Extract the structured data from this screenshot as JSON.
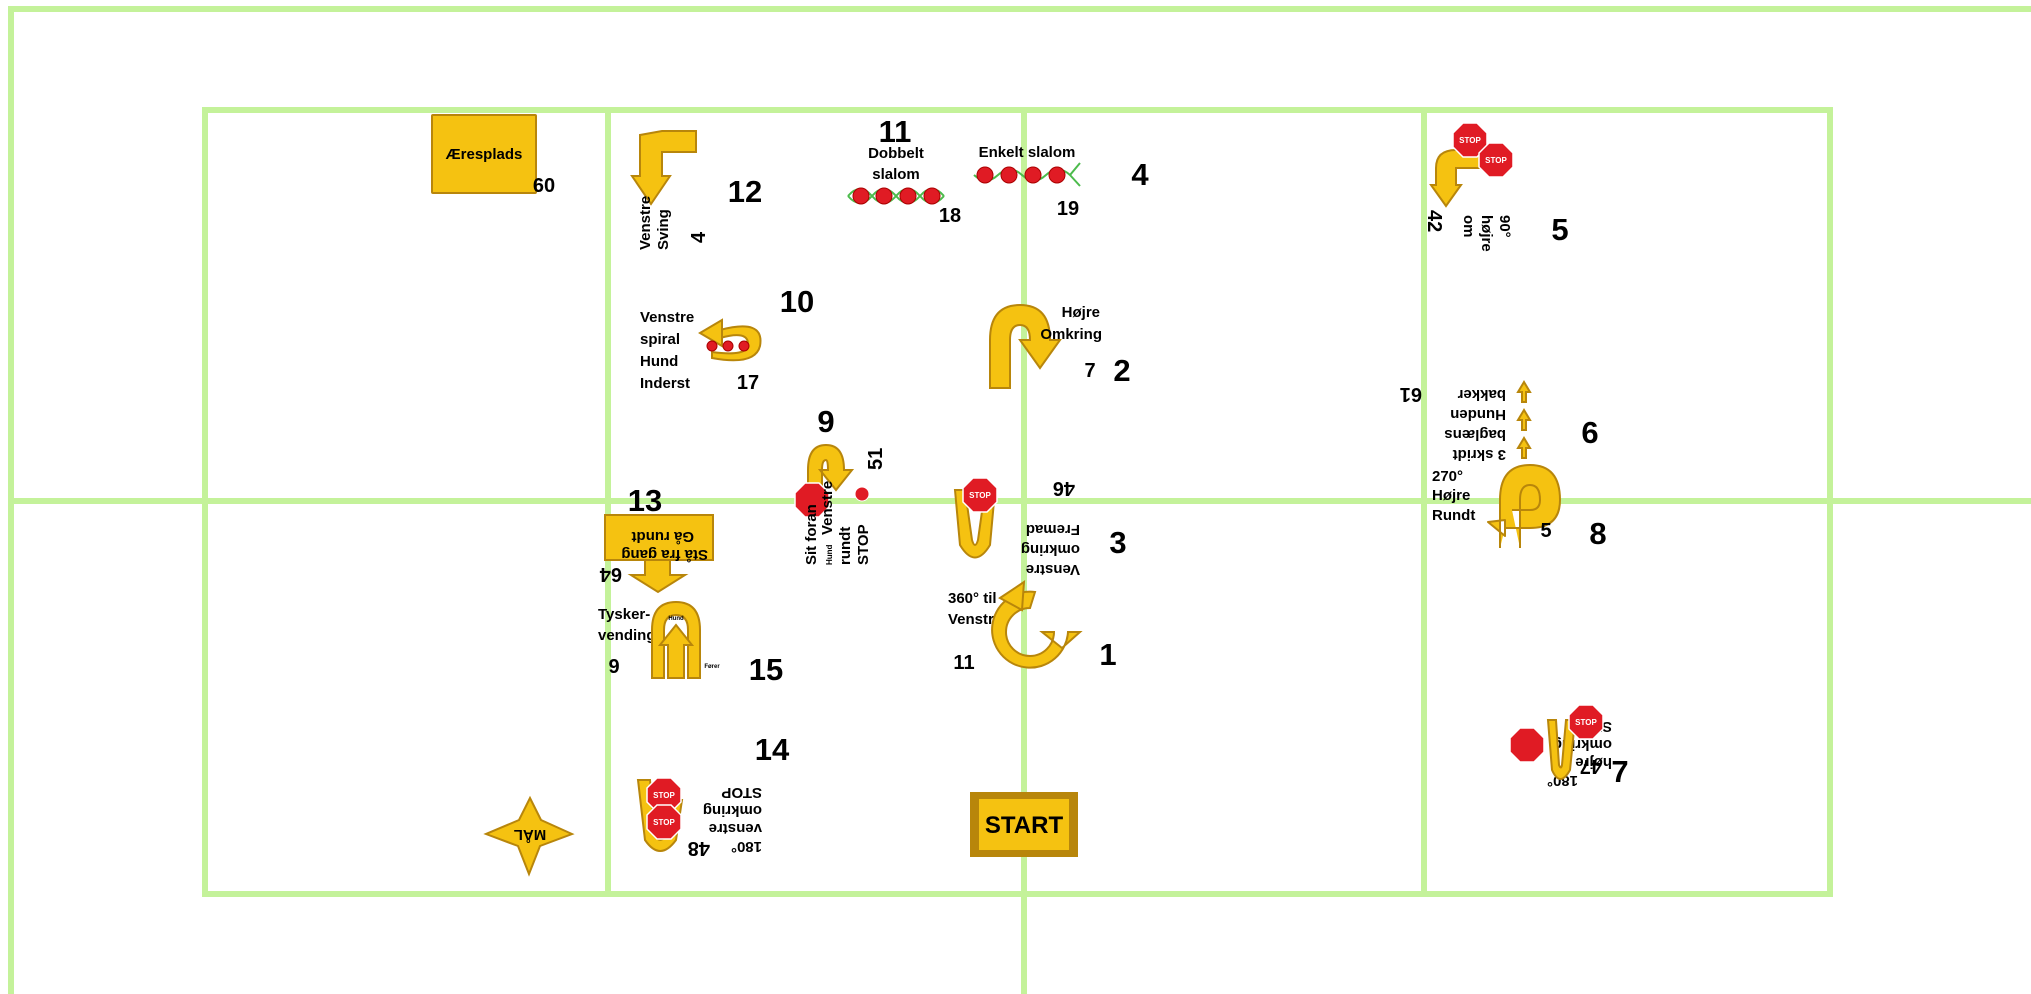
{
  "colors": {
    "grid": "#c4f29a",
    "sign": "#f5c211",
    "stop": "#e01b24",
    "background": "#ffffff"
  },
  "stations": [
    {
      "id": "s1",
      "number": "1",
      "label_lines": [
        "360° til",
        "Venstre"
      ],
      "code": "11",
      "icon": "rotate-360-left-icon"
    },
    {
      "id": "s2",
      "number": "2",
      "label_lines": [
        "Højre",
        "Omkring"
      ],
      "code": "7",
      "icon": "u-turn-right-icon"
    },
    {
      "id": "s3",
      "number": "3",
      "label_lines": [
        "Venstre",
        "omkring",
        "Fremad"
      ],
      "code": "46",
      "icon": "u-turn-left-stop-icon"
    },
    {
      "id": "s4",
      "number": "4",
      "label_lines": [
        "Enkelt slalom"
      ],
      "code": "19",
      "icon": "slalom-icon"
    },
    {
      "id": "s5",
      "number": "5",
      "label_lines": [
        "90°",
        "højre",
        "om"
      ],
      "code": "42",
      "icon": "turn-right-stop-icon"
    },
    {
      "id": "s6",
      "number": "6",
      "label_lines": [
        "3 skridt",
        "baglæns",
        "Hunden",
        "bakker"
      ],
      "code": "61",
      "icon": "backward-arrows-icon"
    },
    {
      "id": "s7",
      "number": "7",
      "label_lines": [
        "180°",
        "højre",
        "omkring",
        "STOP"
      ],
      "code": "47",
      "icon": "u-turn-stop-icon"
    },
    {
      "id": "s8",
      "number": "8",
      "label_lines": [
        "270°",
        "Højre",
        "Rundt"
      ],
      "code": "5",
      "icon": "turn-270-right-icon"
    },
    {
      "id": "s9",
      "number": "9",
      "label_lines": [
        "Sit foran",
        "Hund",
        "Venstre",
        "rundt",
        "STOP"
      ],
      "code": "51",
      "icon": "sit-front-stop-icon"
    },
    {
      "id": "s10",
      "number": "10",
      "label_lines": [
        "Venstre",
        "spiral",
        "Hund",
        "Inderst"
      ],
      "code": "17",
      "icon": "spiral-left-icon"
    },
    {
      "id": "s11",
      "number": "11",
      "label_lines": [
        "Dobbelt",
        "slalom"
      ],
      "code": "18",
      "icon": "double-slalom-icon"
    },
    {
      "id": "s12",
      "number": "12",
      "label_lines": [
        "Venstre",
        "Sving"
      ],
      "code": "4",
      "icon": "turn-left-icon"
    },
    {
      "id": "s13",
      "number": "13",
      "label_lines": [
        "Stå fra gang",
        "Gå rundt"
      ],
      "code": "64",
      "icon": "stand-walk-around-icon"
    },
    {
      "id": "s14",
      "number": "14",
      "label_lines": [
        "180°",
        "venstre",
        "omkring",
        "STOP"
      ],
      "code": "48",
      "icon": "u-turn-left-stop-icon"
    },
    {
      "id": "s15",
      "number": "15",
      "label_lines": [
        "Tysker-",
        "vending"
      ],
      "code": "9",
      "icon": "german-turn-icon"
    }
  ],
  "icon_labels": {
    "stop": "STOP",
    "hund": "Hund",
    "forer": "Fører"
  },
  "start": {
    "label": "START"
  },
  "finish": {
    "label": "MÅL"
  },
  "honor": {
    "label": "Æresplads",
    "code": "60"
  }
}
